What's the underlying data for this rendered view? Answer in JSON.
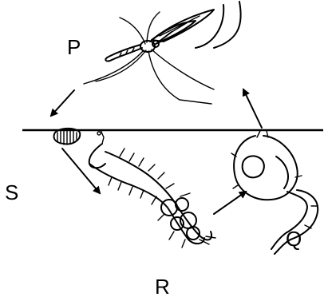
{
  "labels": {
    "adult": "P",
    "pupa": "Q",
    "larva": "R",
    "eggs": "S"
  },
  "colors": {
    "ink": "#000000",
    "background": "#ffffff"
  }
}
